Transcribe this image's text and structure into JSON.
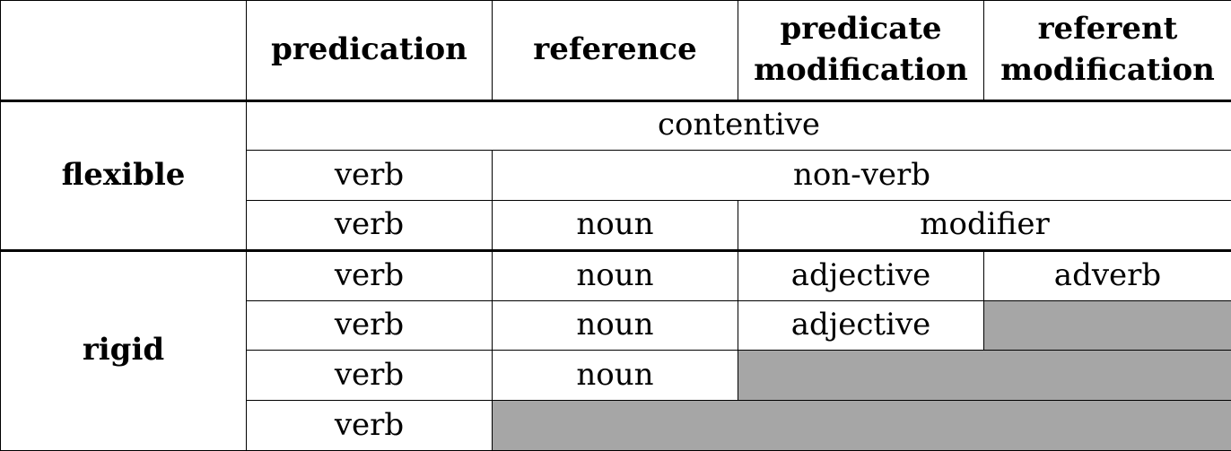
{
  "headers": {
    "corner": "",
    "predication": "predication",
    "reference": "reference",
    "predicate_modification_line1": "predicate",
    "predicate_modification_line2": "modification",
    "referent_modification_line1": "referent",
    "referent_modification_line2": "modification"
  },
  "groups": {
    "flexible": "flexible",
    "rigid": "rigid"
  },
  "flexible_rows": [
    {
      "contentive": "contentive"
    },
    {
      "verb": "verb",
      "nonverb": "non-verb"
    },
    {
      "verb": "verb",
      "noun": "noun",
      "modifier": "modifier"
    }
  ],
  "rigid_rows": [
    {
      "verb": "verb",
      "noun": "noun",
      "adjective": "adjective",
      "adverb": "adverb"
    },
    {
      "verb": "verb",
      "noun": "noun",
      "adjective": "adjective"
    },
    {
      "verb": "verb",
      "noun": "noun"
    },
    {
      "verb": "verb"
    }
  ],
  "colors": {
    "gap_fill": "#a6a6a6",
    "border": "#000000"
  }
}
